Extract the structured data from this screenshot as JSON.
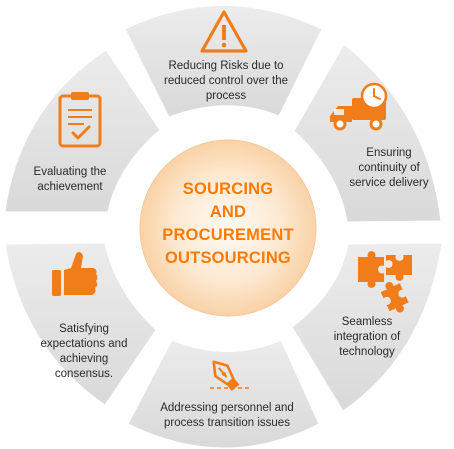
{
  "center": {
    "lines": [
      "SOURCING",
      "AND",
      "PROCUREMENT",
      "OUTSOURCING"
    ]
  },
  "segments": [
    {
      "label": "Reducing Risks due to reduced control over the process",
      "icon": "warning-icon"
    },
    {
      "label": "Ensuring continuity of service delivery",
      "icon": "delivery-truck-clock-icon"
    },
    {
      "label": "Seamless integration of technology",
      "icon": "puzzle-pieces-icon"
    },
    {
      "label": "Addressing personnel and process transition issues",
      "icon": "pen-nib-icon"
    },
    {
      "label": "Satisfying expectations and achieving consensus.",
      "icon": "thumbs-up-icon"
    },
    {
      "label": "Evaluating the achievement",
      "icon": "clipboard-check-icon"
    }
  ],
  "colors": {
    "accent": "#f07d1a",
    "segment_fill": "#e3e3e3",
    "center_fill": "#fde3c6",
    "text": "#2a2a2a"
  }
}
